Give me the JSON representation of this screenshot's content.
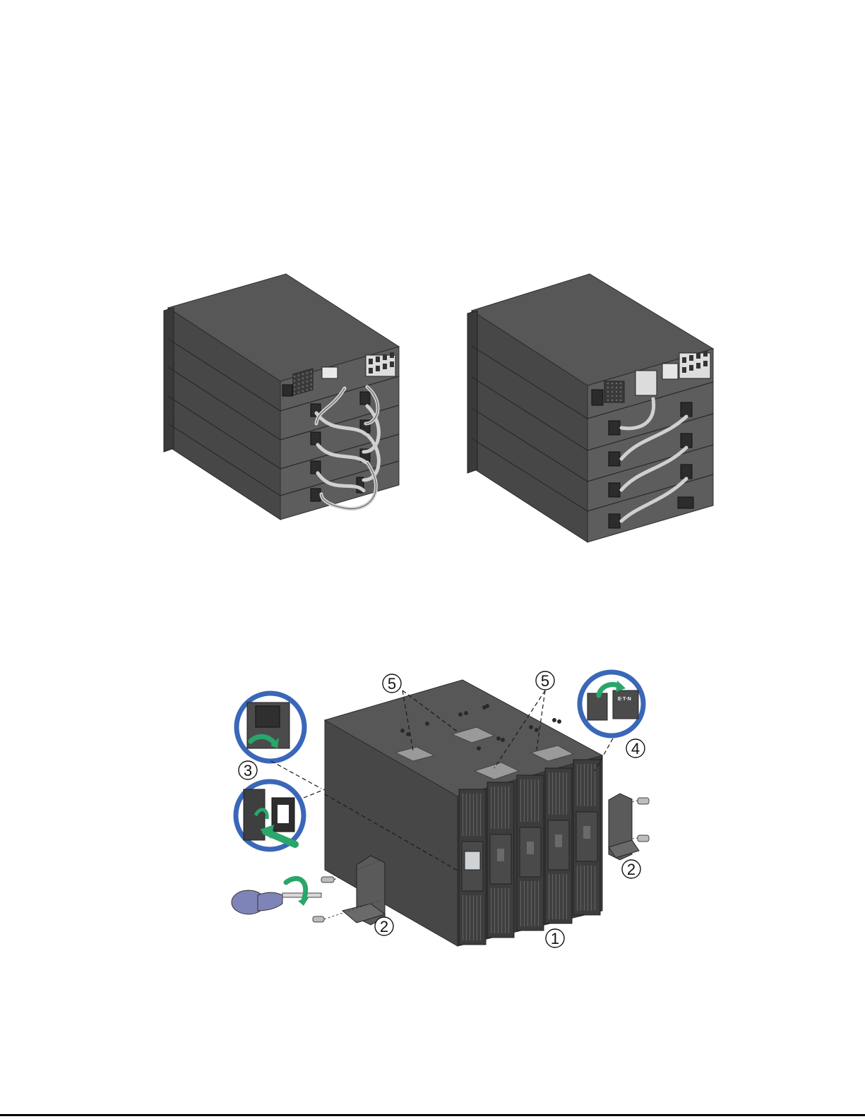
{
  "figures": {
    "top_left": {
      "name": "rack-stack-left"
    },
    "top_right": {
      "name": "rack-stack-right"
    },
    "bottom": {
      "name": "tower-assembly",
      "callouts": [
        {
          "id": "c1",
          "label": "1"
        },
        {
          "id": "c2a",
          "label": "2"
        },
        {
          "id": "c2b",
          "label": "2"
        },
        {
          "id": "c3",
          "label": "3"
        },
        {
          "id": "c4",
          "label": "4"
        },
        {
          "id": "c5a",
          "label": "5"
        },
        {
          "id": "c5b",
          "label": "5"
        }
      ]
    }
  },
  "logo": {
    "text": "E·T·N"
  },
  "colors": {
    "unit_dark": "#4a4a4b",
    "unit_side": "#3b3b3c",
    "unit_top": "#555556",
    "cable": "#c9c9c9",
    "detail_ring": "#3a67b8",
    "arrow_green": "#2aa66b",
    "handle_blue": "#7f84b8",
    "bracket": "#5a5a5b"
  }
}
